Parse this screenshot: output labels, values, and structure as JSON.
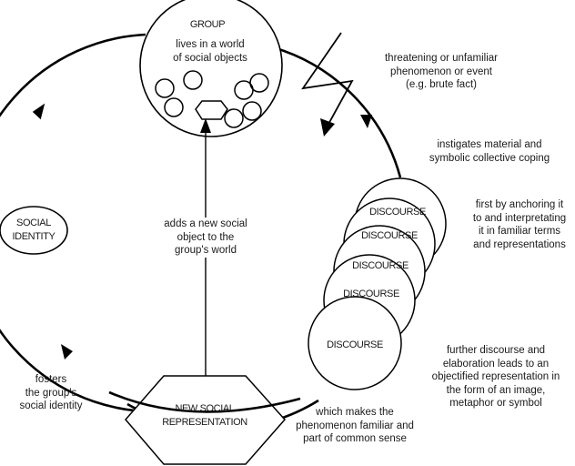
{
  "diagram": {
    "group": {
      "title": "GROUP",
      "lines": [
        "lives in a world",
        "of social objects"
      ]
    },
    "social_identity": {
      "lines": [
        "SOCIAL",
        "IDENTITY"
      ]
    },
    "new_representation": {
      "lines": [
        "NEW SOCIAL",
        "REPRESENTATION"
      ]
    },
    "discourse_label": "DISCOURSE",
    "discourse_count": 5,
    "annotations": {
      "threat": [
        "threatening or unfamiliar",
        "phenomenon or event",
        "(e.g. brute fact)"
      ],
      "instigates": [
        "instigates material and",
        "symbolic collective coping"
      ],
      "anchoring": [
        "first by anchoring it",
        "to and interpretating",
        "it in familiar terms",
        "and representations"
      ],
      "objectified": [
        "further discourse and",
        "elaboration leads to an",
        "objectified representation in",
        "the form of an image,",
        "metaphor or symbol"
      ],
      "familiar": [
        "which makes the",
        "phenomenon familiar and",
        "part of common sense"
      ],
      "fosters": [
        "fosters",
        "the group's",
        "social identity"
      ],
      "adds": [
        "adds a new social",
        "object to the",
        "group's world"
      ]
    },
    "colors": {
      "stroke": "#000000",
      "background": "#ffffff",
      "text": "#1a1a1a"
    }
  }
}
